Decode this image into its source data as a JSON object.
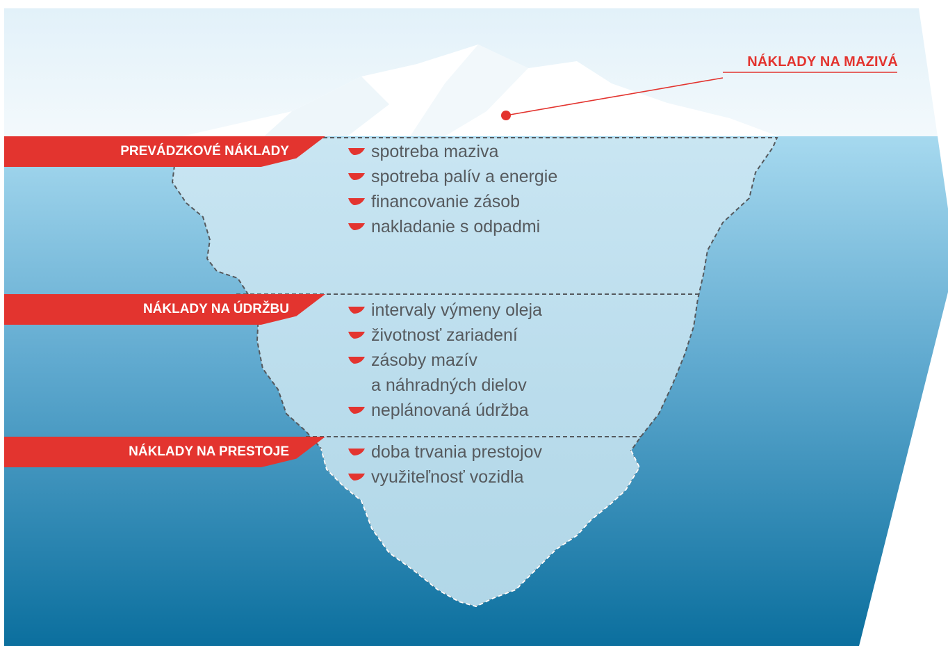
{
  "callout": {
    "label": "NÁKLADY NA MAZIVÁ"
  },
  "sections": [
    {
      "label": "PREVÁDZKOVÉ NÁKLADY",
      "items": [
        "spotreba maziva",
        "spotreba palív a energie",
        "financovanie zásob",
        "nakladanie s odpadmi"
      ]
    },
    {
      "label": "NÁKLADY NA ÚDRŽBU",
      "items": [
        "intervaly výmeny oleja",
        "životnosť zariadení",
        "zásoby mazív",
        "a náhradných dielov",
        "neplánovaná údržba"
      ]
    },
    {
      "label": "NÁKLADY NA PRESTOJE",
      "items": [
        "doba trvania prestojov",
        "využiteľnosť vozidla"
      ]
    }
  ],
  "colors": {
    "accent": "#e3342f",
    "text": "#565a5e",
    "sky": "#dff0f8",
    "sea_top": "#a6d9ef",
    "sea_bottom": "#0b6f9e"
  }
}
